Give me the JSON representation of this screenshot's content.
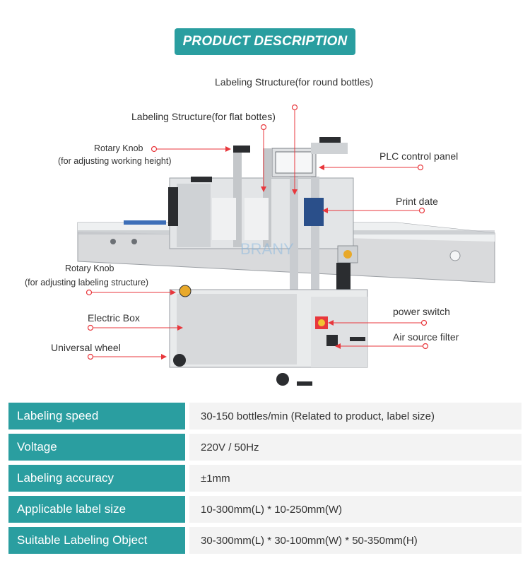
{
  "header": {
    "title": "PRODUCT DESCRIPTION"
  },
  "callouts": {
    "round_bottles": "Labeling Structure(for round bottles)",
    "flat_bottles": "Labeling Structure(for flat bottes)",
    "rotary_knob_height": "Rotary Knob",
    "rotary_knob_height_sub": "(for adjusting working height)",
    "plc_panel": "PLC control panel",
    "print_date": "Print date",
    "rotary_knob_structure": "Rotary Knob",
    "rotary_knob_structure_sub": "(for adjusting labeling structure)",
    "electric_box": "Electric Box",
    "power_switch": "power switch",
    "air_filter": "Air source filter",
    "universal_wheel": "Universal wheel"
  },
  "specs": [
    {
      "key": "Labeling speed",
      "value": "30-150 bottles/min (Related to product, label size)"
    },
    {
      "key": "Voltage",
      "value": "220V / 50Hz"
    },
    {
      "key": "Labeling accuracy",
      "value": "±1mm"
    },
    {
      "key": "Applicable label size",
      "value": "10-300mm(L) * 10-250mm(W)"
    },
    {
      "key": "Suitable Labeling Object",
      "value": "30-300mm(L) * 30-100mm(W) * 50-350mm(H)"
    }
  ],
  "colors": {
    "accent": "#2a9ea0",
    "callout_red": "#e8373c"
  }
}
